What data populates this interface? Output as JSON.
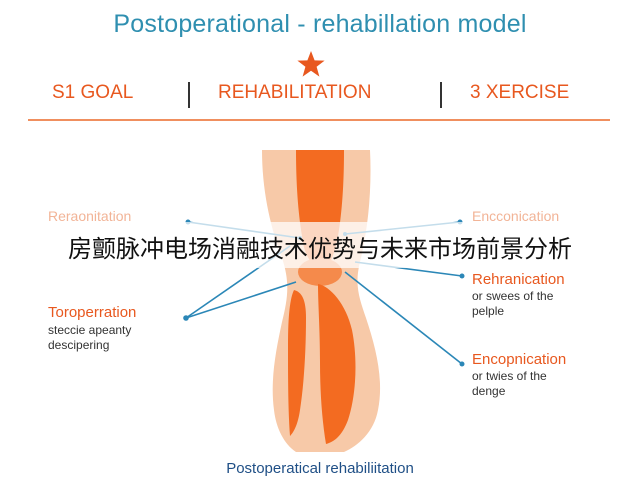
{
  "title": "Postoperational - rehabillation model",
  "header": {
    "items": [
      "S1 GOAL",
      "REHABILITATION",
      "3 XERCISE"
    ]
  },
  "labels": {
    "top_left": "Reraonitation",
    "top_right": "Encconication",
    "mid_left": {
      "title": "Toroperration",
      "lines": [
        "steccie apeanty",
        "descipering"
      ]
    },
    "mid_right": {
      "title": "Rehranication",
      "lines": [
        "or swees of the",
        "pelple"
      ]
    },
    "low_right": {
      "title": "Encopnication",
      "lines": [
        "or twies of the",
        "denge"
      ]
    }
  },
  "caption": "Postoperatical rehabiliitation",
  "overlay_text": "房颤脉冲电场消融技术优势与未来市场前景分析",
  "colors": {
    "accent": "#e8581f",
    "title_blue": "#2f8fb0",
    "leg_peach": "#f7c9a8",
    "leg_orange": "#f36b21",
    "line_blue": "#2b87b7"
  }
}
